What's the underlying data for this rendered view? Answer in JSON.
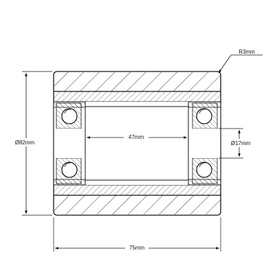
{
  "drawing": {
    "labels": {
      "radius": "R3mm",
      "outer_diameter": "Ø82mm",
      "bore_diameter": "Ø17mm",
      "inner_width": "47mm",
      "overall_width": "75mm"
    },
    "colors": {
      "line": "#111111",
      "hatch": "#222222",
      "ball_fill": "#ffffff"
    }
  }
}
